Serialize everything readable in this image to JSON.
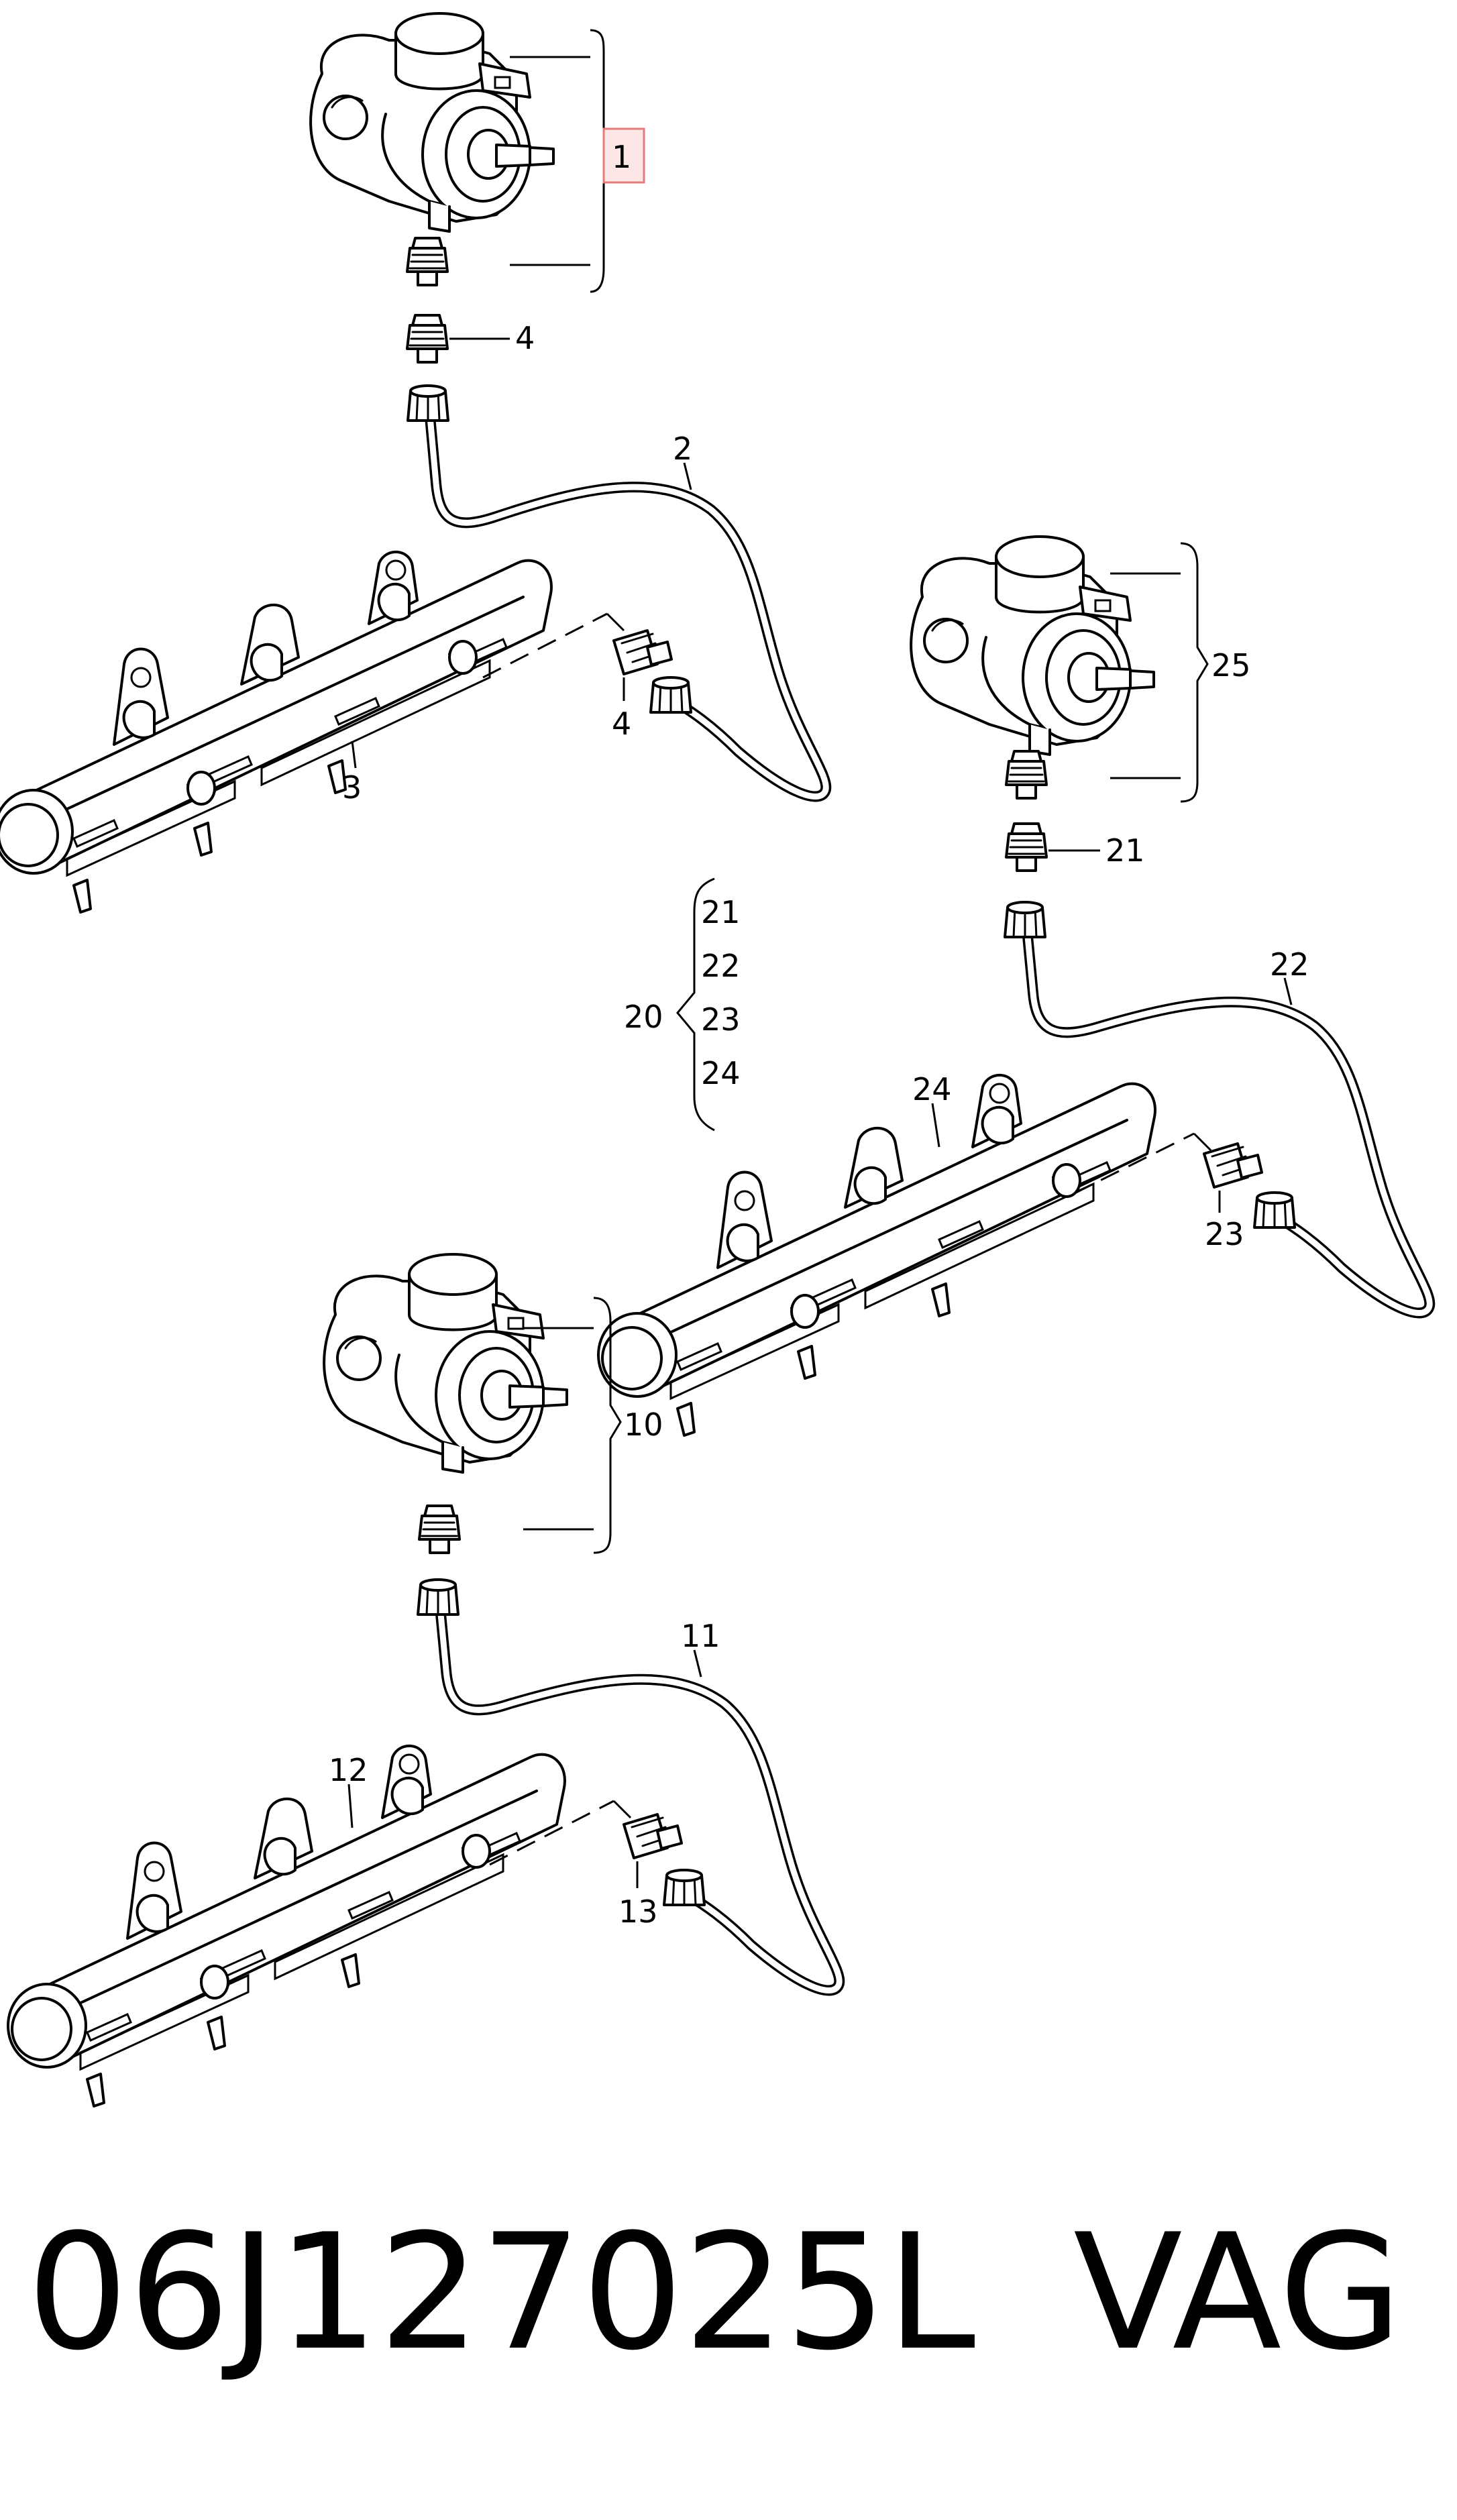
{
  "callouts": {
    "c1": "1",
    "c2": "2",
    "c3": "3",
    "c4a": "4",
    "c4b": "4",
    "c10": "10",
    "c11": "11",
    "c12": "12",
    "c13": "13",
    "c20": "20",
    "c21a": "21",
    "c22a": "22",
    "c23a": "23",
    "c24a": "24",
    "c21b": "21",
    "c22b": "22",
    "c23b": "23",
    "c24b": "24",
    "c25": "25"
  },
  "footer": {
    "part_number": "06J127025L",
    "brand": "VAG"
  },
  "colors": {
    "highlight_fill": "#fde6e6",
    "highlight_stroke": "#e27c7c",
    "line": "#000000"
  }
}
